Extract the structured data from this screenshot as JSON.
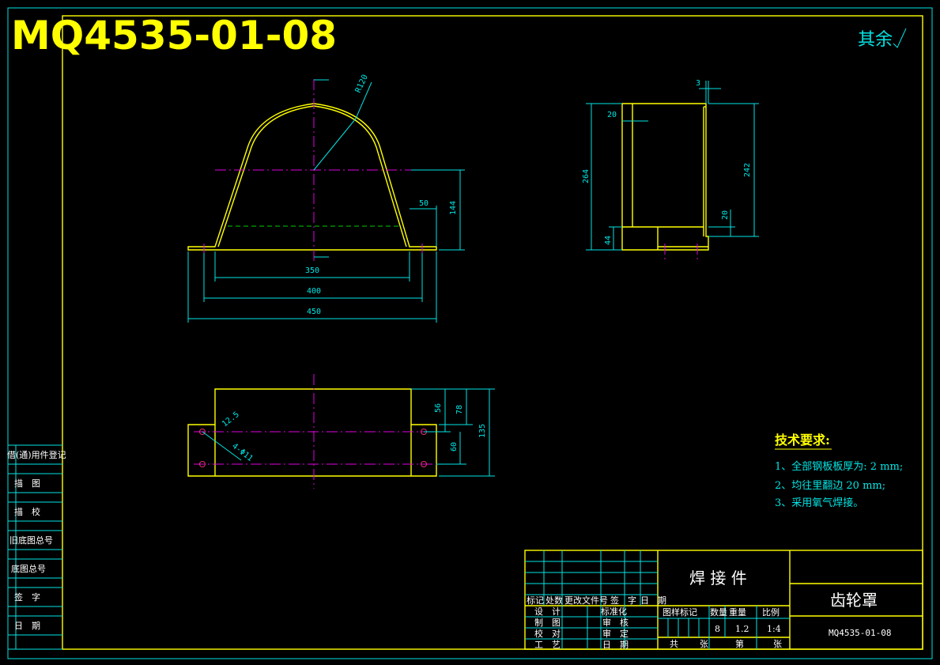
{
  "drawing_number_title": "MQ4535-01-08",
  "surface_note": "其余",
  "dimensions": {
    "r": "R120",
    "d350": "350",
    "d400": "400",
    "d450": "450",
    "d50": "50",
    "d144": "144",
    "d3": "3",
    "d20a": "20",
    "d264": "264",
    "d242": "242",
    "d20b": "20",
    "d44": "44",
    "d56": "56",
    "d78": "78",
    "d60": "60",
    "d135": "135",
    "d12_5": "12.5",
    "holes": "4-Φ11"
  },
  "tech_req": {
    "title": "技术要求:",
    "items": [
      "1、全部钢板板厚为: 2 mm;",
      "2、均往里翻边 20 mm;",
      "3、采用氧气焊接。"
    ]
  },
  "side_panel": [
    "借(通)用件登记",
    "描　图",
    "描　校",
    "旧底图总号",
    "底图总号",
    "签　字",
    "日　期"
  ],
  "title_block": {
    "rev_headers": [
      "标记",
      "处数",
      "更改文件号",
      "签　字",
      "日　期"
    ],
    "roles_left": [
      "设　计",
      "制　图",
      "校　对",
      "工　艺"
    ],
    "roles_right": [
      "标准化",
      "审　核",
      "审　定",
      "日　期"
    ],
    "process": "焊 接 件",
    "part_name": "齿轮罩",
    "drawing_code": "MQ4535-01-08",
    "attr_headers": [
      "图样标记",
      "数量",
      "重量",
      "比例"
    ],
    "qty": "8",
    "weight": "1.2",
    "scale": "1:4",
    "sheets_total_label": "共",
    "sheets_label": "张",
    "sheet_no_label": "第",
    "sheet_label": "张"
  }
}
